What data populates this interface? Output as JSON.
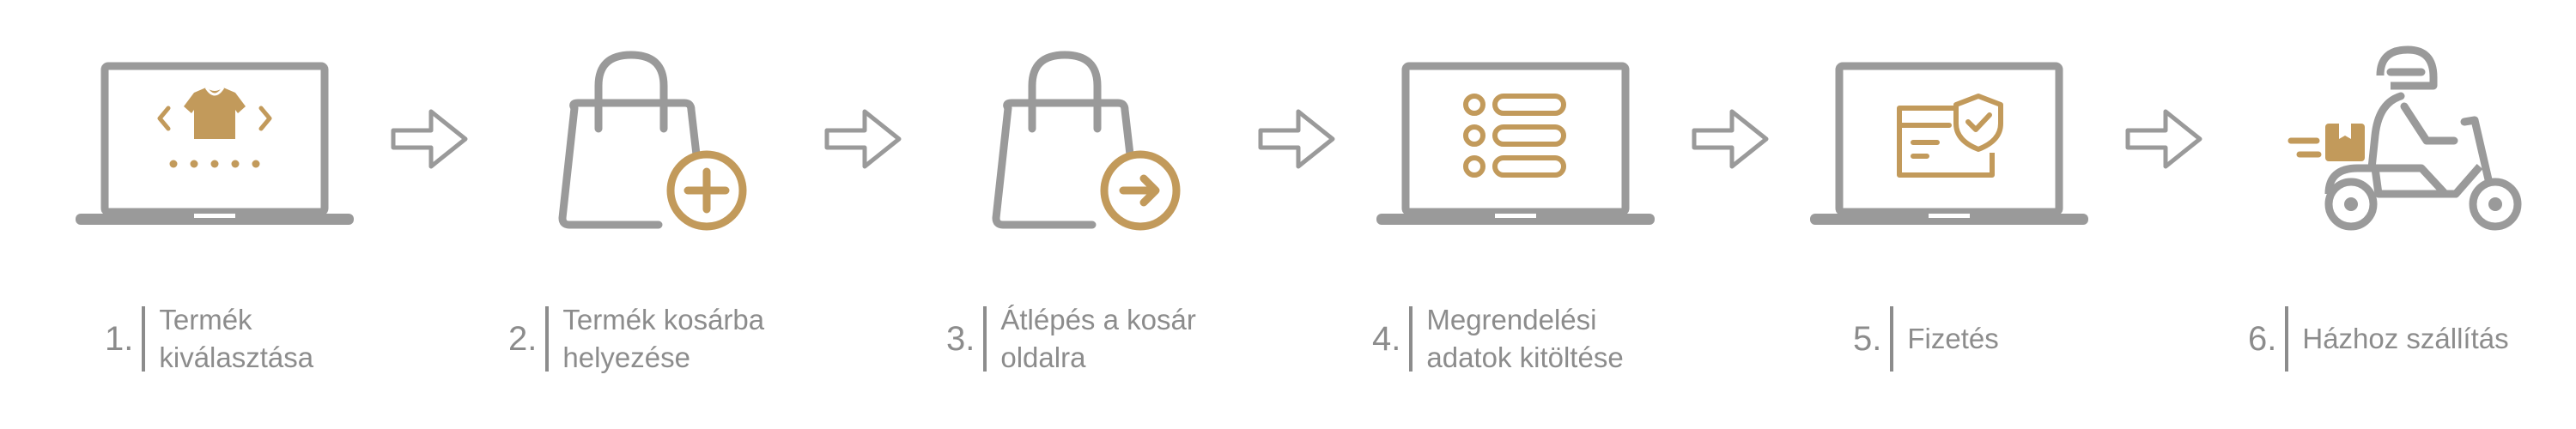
{
  "colors": {
    "gray": "#9a9a9a",
    "gold": "#c29a5b",
    "text": "#8c8c8c"
  },
  "steps": [
    {
      "number": "1.",
      "label": "Termék\nkiválasztása",
      "icon": "laptop-shirt-icon"
    },
    {
      "number": "2.",
      "label": "Termék kosárba\nhelyezése",
      "icon": "bag-plus-icon"
    },
    {
      "number": "3.",
      "label": "Átlépés a kosár\noldalra",
      "icon": "bag-arrow-icon"
    },
    {
      "number": "4.",
      "label": "Megrendelési\nadatok kitöltése",
      "icon": "laptop-form-icon"
    },
    {
      "number": "5.",
      "label": "Fizetés",
      "icon": "laptop-payment-icon"
    },
    {
      "number": "6.",
      "label": "Házhoz szállítás",
      "icon": "delivery-scooter-icon"
    }
  ]
}
